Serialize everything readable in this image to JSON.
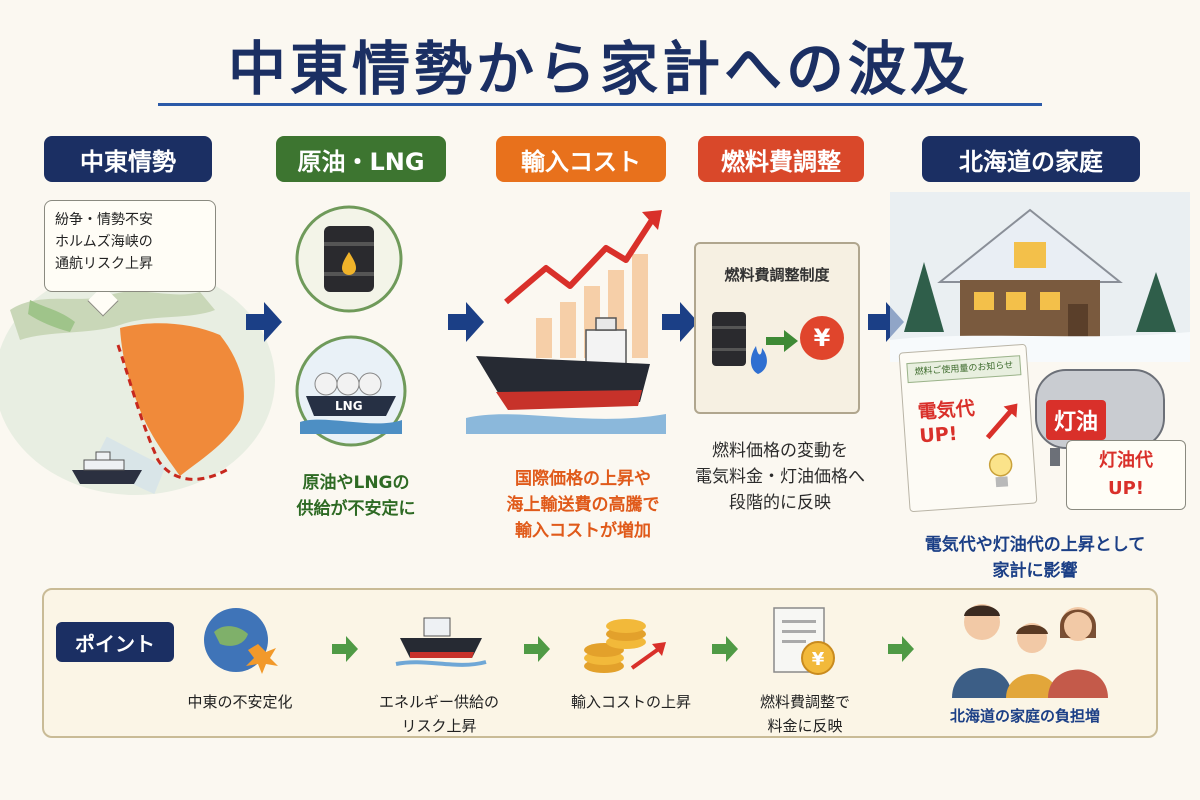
{
  "title": "中東情勢から家計への波及",
  "steps": [
    {
      "label": "中東情勢",
      "color": "#1b2f63"
    },
    {
      "label": "原油・LNG",
      "color": "#3d7530"
    },
    {
      "label": "輸入コスト",
      "color": "#e8711c"
    },
    {
      "label": "燃料費調整",
      "color": "#d9482a"
    },
    {
      "label": "北海道の家庭",
      "color": "#1b2f63"
    }
  ],
  "callout": [
    "紛争・情勢不安",
    "ホルムズ海峡の",
    "通航リスク上昇"
  ],
  "lng_tag": "LNG",
  "captions": {
    "oil": [
      "原油やLNGの",
      "供給が不安定に"
    ],
    "import": [
      "国際価格の上昇や",
      "海上輸送費の高騰で",
      "輸入コストが増加"
    ],
    "fuel": [
      "燃料価格の変動を",
      "電気料金・灯油価格へ",
      "段階的に反映"
    ],
    "home": [
      "電気代や灯油代の上昇として",
      "家計に影響"
    ]
  },
  "fuel_box_title": "燃料費調整制度",
  "yen": "¥",
  "notice": {
    "title": "燃料ご使用量のお知らせ",
    "up_line1": "電気代",
    "up_line2": "UP!"
  },
  "tank_label": "灯油",
  "kerosene": {
    "line1": "灯油代",
    "line2": "UP!"
  },
  "points": {
    "badge": "ポイント",
    "items": [
      [
        "中東の不安定化"
      ],
      [
        "エネルギー供給の",
        "リスク上昇"
      ],
      [
        "輸入コストの上昇"
      ],
      [
        "燃料費調整で",
        "料金に反映"
      ],
      [
        "北海道の家庭の負担増"
      ]
    ]
  }
}
